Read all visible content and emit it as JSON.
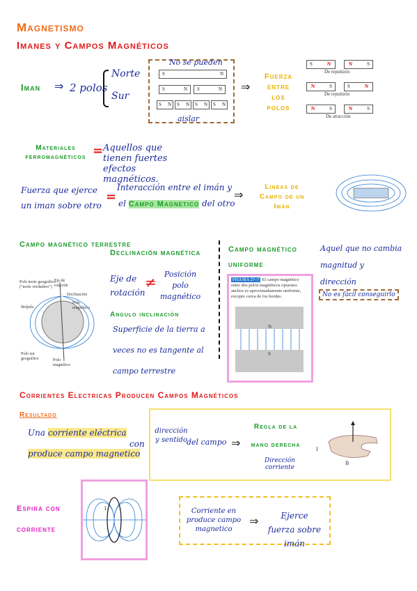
{
  "colors": {
    "orange": "#f06a16",
    "red": "#e01a1a",
    "green": "#1a9a2a",
    "blue": "#1a2a9a",
    "yellow": "#e5b300",
    "magenta": "#e020c0"
  },
  "titles": {
    "main": "Magnetismo",
    "sub": "Imanes y Campos Magnéticos"
  },
  "iman": {
    "label": "Iman",
    "arrow": "⇒",
    "poles": "2 polos",
    "north": "Norte",
    "south": "Sur",
    "box_top": "No se pueden",
    "box_bottom": "aislar",
    "fuerza": "Fuerza entre los polos",
    "repulsion": "De repulsión",
    "atraccion": "De atracción",
    "bar_n": "N",
    "bar_s": "S"
  },
  "ferro": {
    "label": "Materiales ferromagnéticos",
    "eq": "=",
    "desc": "Aquellos que tienen fuertes efectos magnéticos."
  },
  "fuerza": {
    "left": "Fuerza que ejerce un iman sobre otro",
    "eq": "=",
    "mid_a": "Interacción entre el imán y",
    "mid_b": "el",
    "mid_c": "Campo Magnetico",
    "mid_d": "del otro",
    "arrow": "⇒",
    "lines": "Lineas de Campo de un Imán"
  },
  "terrestre": {
    "title": "Campo magnético terrestre",
    "decl": "Declinación magnética",
    "eje": "Eje de rotación",
    "neq": "≠",
    "pos": "Posición polo magnético",
    "incl": "Angulo inclinación",
    "incl_desc": "Superficie de la tierra a veces no es tangente al campo terrestre",
    "fig_labels": {
      "pn": "Polo norte geográfico (\"norte verdadero\")",
      "eje": "Eje de rotación",
      "decl": "Declinación",
      "pm": "Polo magnético",
      "brujula": "Brújula",
      "ps": "Polo sur geográfico",
      "psm": "Polo magnético"
    }
  },
  "uniforme": {
    "title": "Campo magnético uniforme",
    "desc": "Aquel que no cambia magnitud y dirección",
    "note": "No es fácil conseguirlo",
    "fig_title": "FIGURA 27–7",
    "fig_text": "El campo magnético entre dos polos magnéticos opuestos anchos es aproximadamente uniforme, excepto cerca de los bordes.",
    "n": "N",
    "s": "S"
  },
  "corrientes": {
    "title": "Corrientes Electricas Producen Campos Magnéticos",
    "resultado": "Resultado",
    "left_a": "Una",
    "left_b": "corriente eléctrica",
    "left_c": "produce campo magnetico",
    "con": "con",
    "dir": "dirección y sentido",
    "del": "del campo",
    "arrow": "⇒",
    "regla": "Regla de la mano derecha",
    "dc": "Dirección corriente",
    "i": "I",
    "b": "B"
  },
  "espira": {
    "title": "Espira con corriente",
    "left": "Corriente en produce campo magnetico",
    "arrow": "⇒",
    "right": "Ejerce fuerza sobre imán",
    "i": "I"
  }
}
